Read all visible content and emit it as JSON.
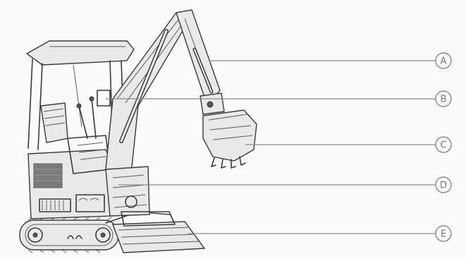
{
  "callouts": [
    {
      "letter": "A"
    },
    {
      "letter": "B"
    },
    {
      "letter": "C"
    },
    {
      "letter": "D"
    },
    {
      "letter": "E"
    }
  ],
  "colors": {
    "line": "#3a3a3a",
    "leader": "#8a8a8a",
    "label": "#777777",
    "background": "#fbfbfb"
  }
}
